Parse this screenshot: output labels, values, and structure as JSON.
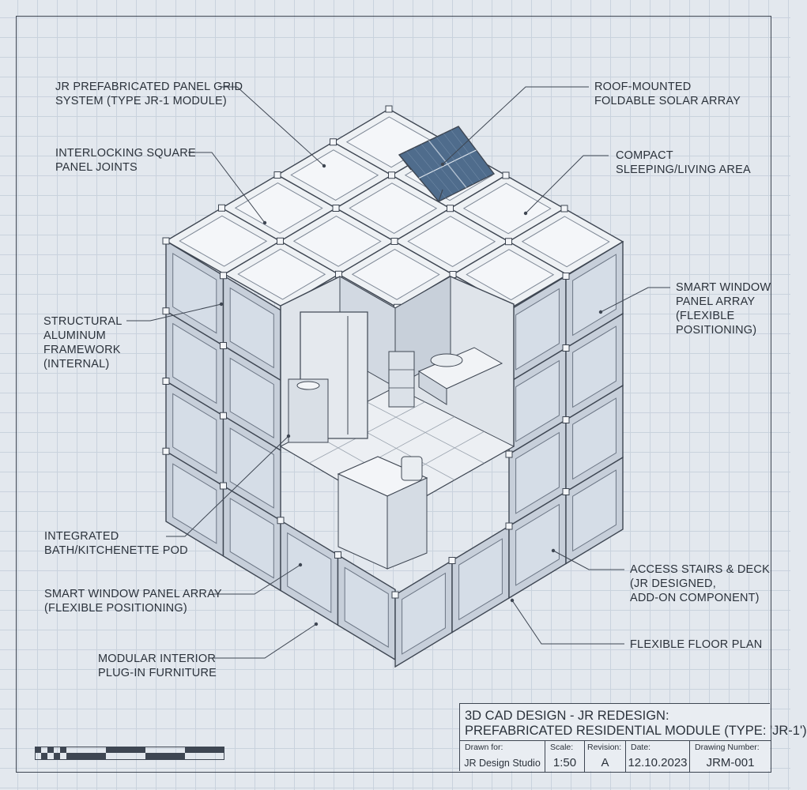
{
  "callouts": {
    "panel_grid": "JR PREFABRICATED PANEL GRID\nSYSTEM (TYPE JR-1 MODULE)",
    "joints": "INTERLOCKING SQUARE\nPANEL JOINTS",
    "framework": "STRUCTURAL\nALUMINUM\nFRAMEWORK\n(INTERNAL)",
    "bath_pod": "INTEGRATED\nBATH/KITCHENETTE POD",
    "window_left": "SMART WINDOW PANEL ARRAY\n(FLEXIBLE POSITIONING)",
    "furniture": "MODULAR INTERIOR\nPLUG-IN FURNITURE",
    "solar": "ROOF-MOUNTED\nFOLDABLE SOLAR ARRAY",
    "sleeping": "COMPACT\nSLEEPING/LIVING AREA",
    "window_right": "SMART WINDOW\nPANEL ARRAY\n(FLEXIBLE\nPOSITIONING)",
    "stairs": "ACCESS STAIRS & DECK\n(JR DESIGNED,\nADD-ON COMPONENT)",
    "floor_plan": "FLEXIBLE FLOOR PLAN"
  },
  "title_block": {
    "title": "3D CAD DESIGN - JR REDESIGN:\nPREFABRICATED RESIDENTIAL MODULE (TYPE: 'JR-1')",
    "drawn_for_label": "Drawn for:",
    "drawn_for": "JR Design Studio",
    "scale_label": "Scale:",
    "scale": "1:50",
    "revision_label": "Revision:",
    "revision": "A",
    "date_label": "Date:",
    "date": "12.10.2023",
    "drawing_number_label": "Drawing Number:",
    "drawing_number": "JRM-001"
  },
  "colors": {
    "background": "#e3e8ee",
    "grid": "#c9d2dd",
    "line": "#3e4652",
    "panel_top": "#eef1f4",
    "panel_side": "#c7cfda",
    "glass": "#d5dde7",
    "solar_panel": "#4f6c8c"
  }
}
